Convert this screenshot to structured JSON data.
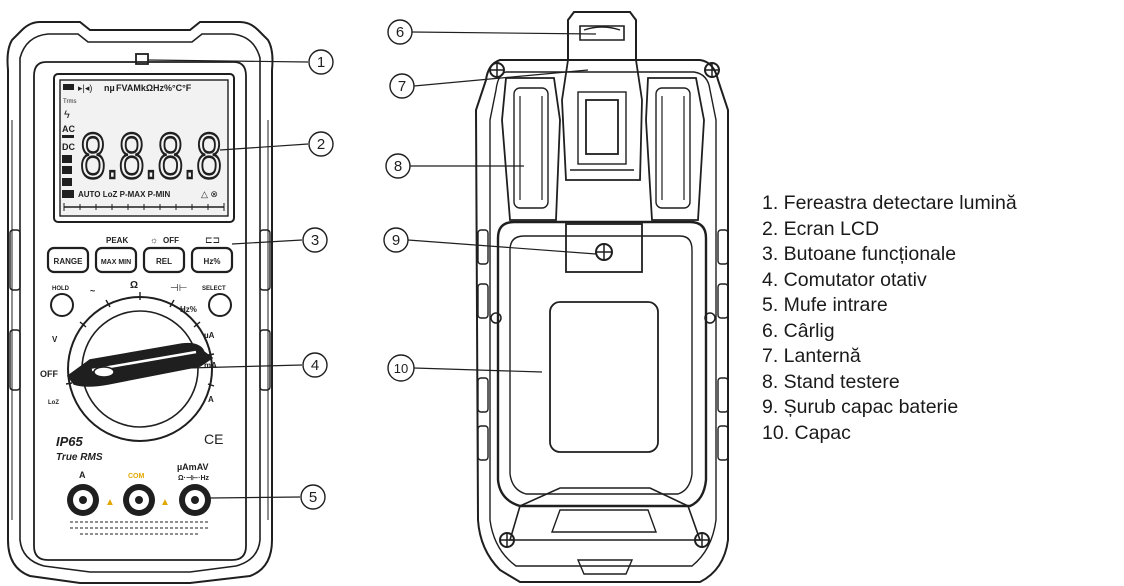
{
  "callouts": [
    "1",
    "2",
    "3",
    "4",
    "5",
    "6",
    "7",
    "8",
    "9",
    "10"
  ],
  "legend": [
    "1. Fereastra detectare lumină",
    "2. Ecran LCD",
    "3. Butoane funcționale",
    "4. Comutator otativ",
    "5. Mufe intrare",
    "6. Cârlig",
    "7. Lanternă",
    "8. Stand testere",
    "9. Șurub capac baterie",
    "10. Capac"
  ],
  "meter": {
    "lcd_top_symbols": "FVAMkΩHz%°C°F",
    "lcd_mu": "nµ",
    "lcd_trms": "Trms",
    "lcd_ac": "AC",
    "lcd_dc": "DC",
    "lcd_digits": "8.8.8.8",
    "lcd_bottom": "AUTO LoZ P-MAX P-MIN",
    "btn_range": "RANGE",
    "btn_maxmin": "MAX MIN",
    "btn_rel": "REL",
    "btn_hz": "Hz%",
    "lbl_peak": "PEAK",
    "lbl_off_top": "OFF",
    "lbl_hold": "HOLD",
    "lbl_select": "SELECT",
    "dial_off": "OFF",
    "dial_v": "V",
    "dial_loz": "LoZ",
    "dial_ohm": "Ω",
    "dial_hz": "Hz%",
    "dial_ua": "µA",
    "dial_ma": "mA",
    "dial_a": "A",
    "ip65": "IP65",
    "true_rms": "True RMS",
    "ce": "CE",
    "jack_a": "A",
    "jack_com": "COM",
    "jack_right": "µAmAV",
    "jack_right2": "Ω·⊣⊢·Hz"
  },
  "colors": {
    "line": "#1f1f1f",
    "com": "#e0a800",
    "lcd_bg": "#f2f2f2"
  }
}
